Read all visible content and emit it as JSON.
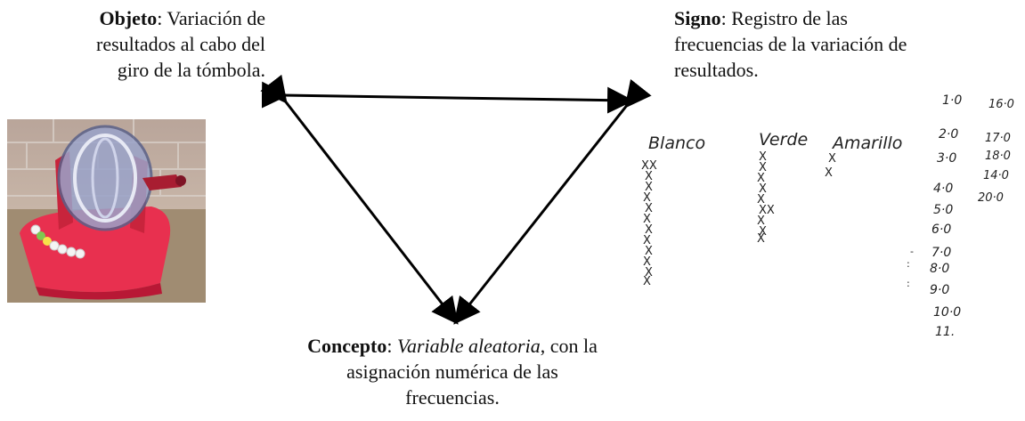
{
  "objeto": {
    "title": "Objeto",
    "text_line1": ": Variación de",
    "text_line2": "resultados al cabo del",
    "text_line3": "giro de la tómbola."
  },
  "signo": {
    "title": "Signo",
    "text_line1": ": Registro de las",
    "text_line2": "frecuencias de la variación de",
    "text_line3": "resultados."
  },
  "concepto": {
    "title": "Concepto",
    "sep": ": ",
    "italic": "Variable aleatoria",
    "text_line1": ", con la",
    "text_line2": "asignación numérica de las",
    "text_line3": "frecuencias."
  },
  "handwritten": {
    "headers": [
      "Blanco",
      "Verde",
      "Amarillo"
    ],
    "rounds": [
      "1·0",
      "2·0",
      "3·0",
      "4·0",
      "5·0",
      "6·0",
      "7·0",
      "8·0",
      "9·0",
      "10·0",
      "11."
    ],
    "values": [
      "16·0",
      "17·0",
      "18·0",
      "14·0",
      "20·0"
    ]
  }
}
